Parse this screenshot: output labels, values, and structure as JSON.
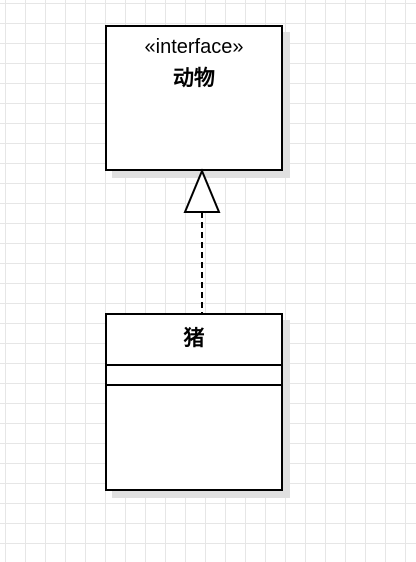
{
  "interface": {
    "stereotype": "«interface»",
    "name": "动物"
  },
  "class": {
    "name": "猪"
  },
  "relationship": "realization"
}
